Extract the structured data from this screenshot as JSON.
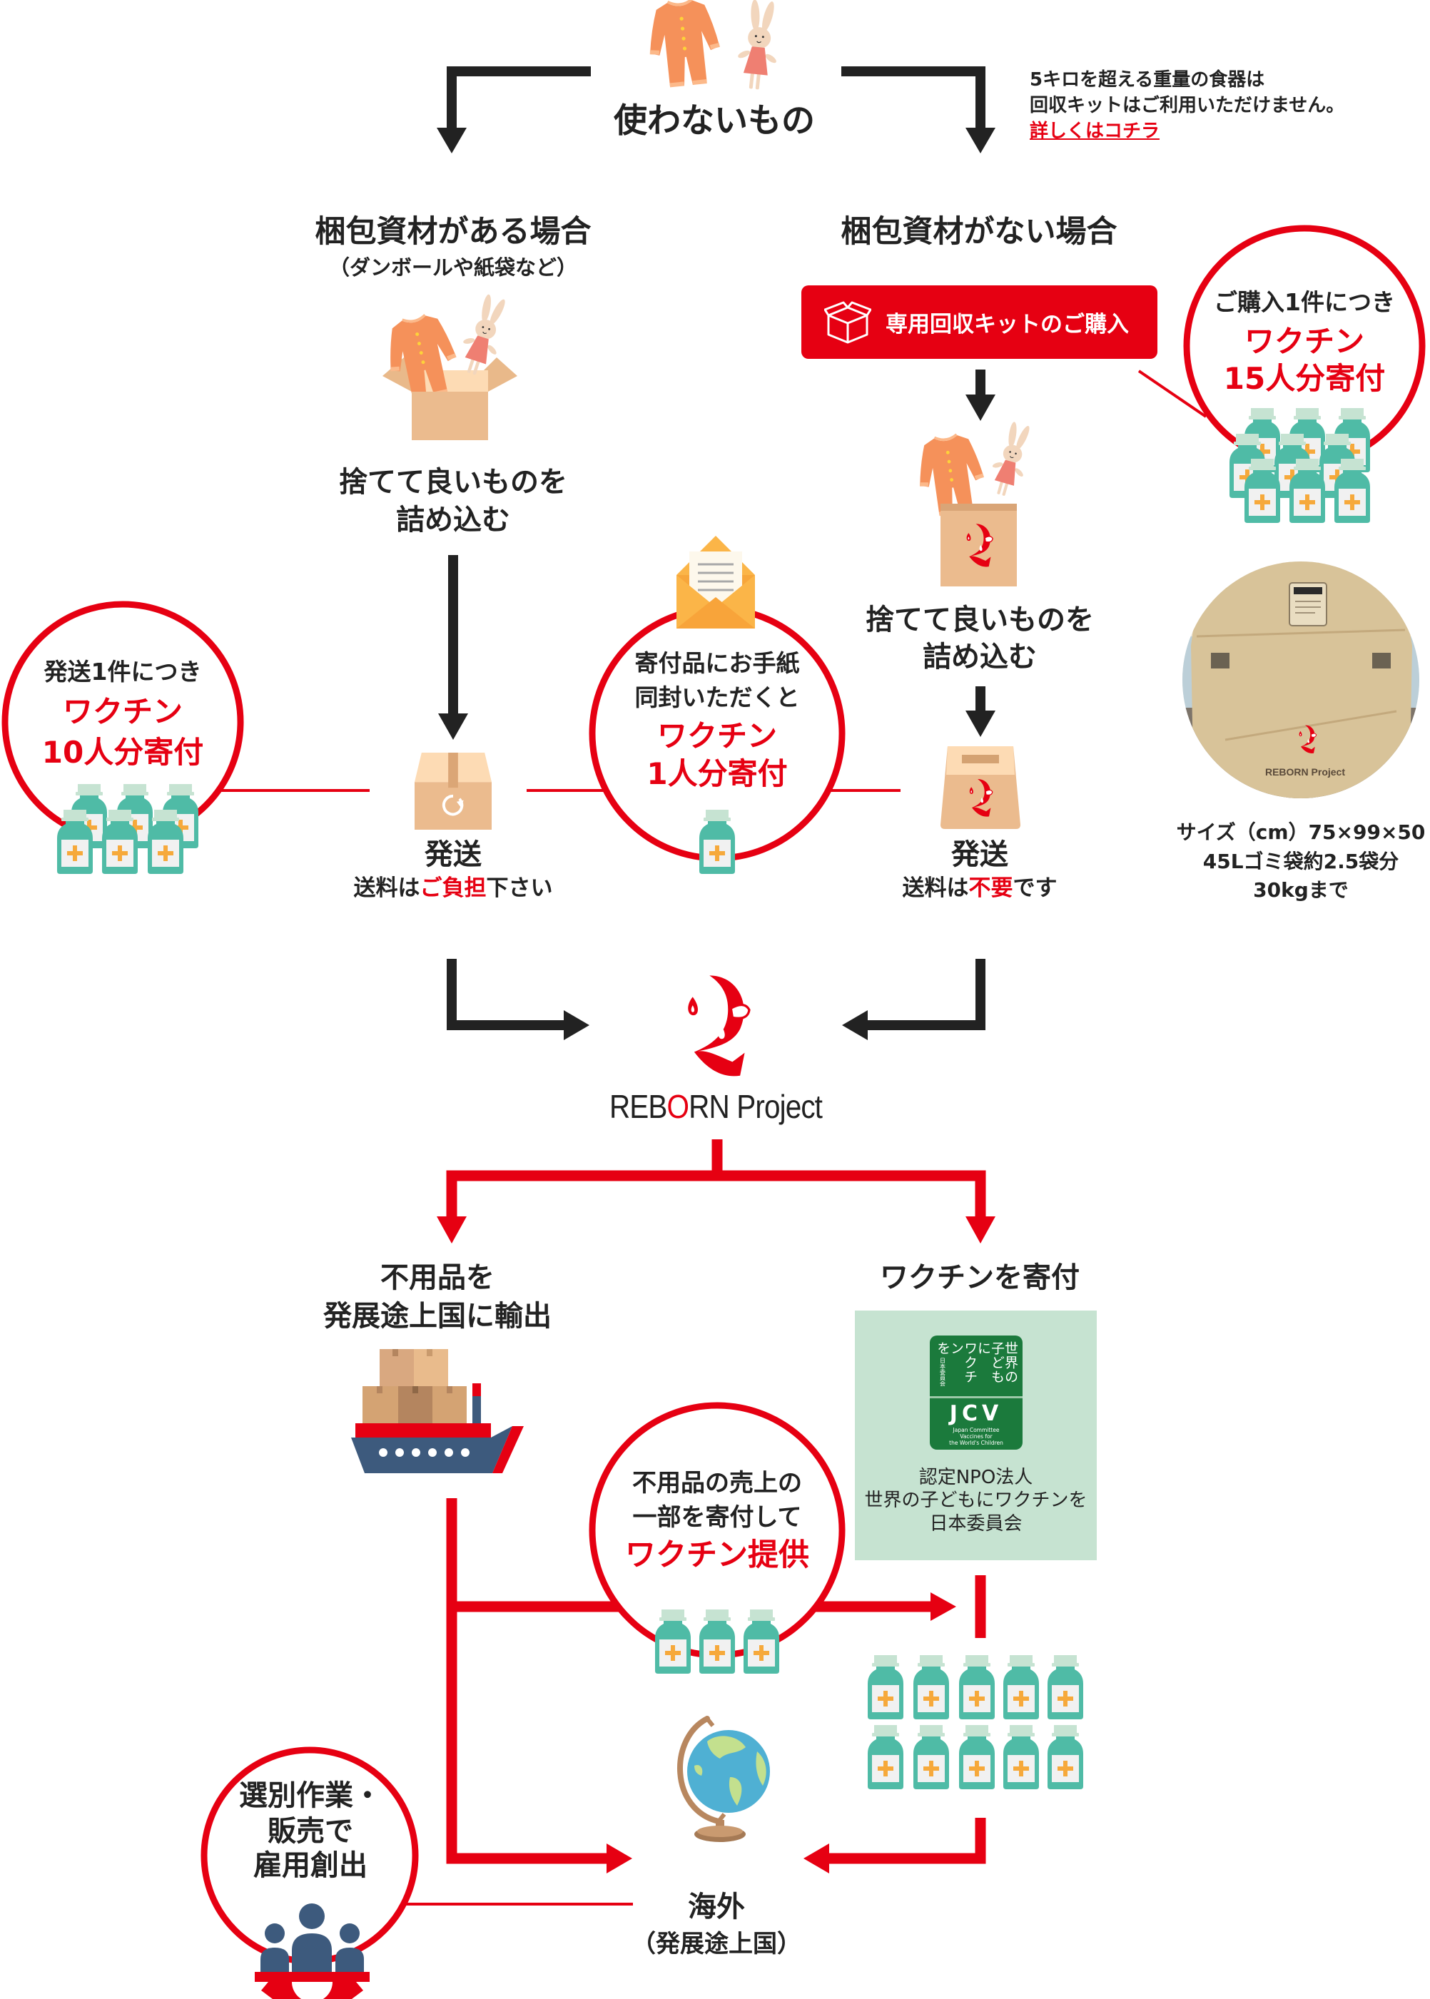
{
  "colors": {
    "accent_red": "#e60012",
    "text_dark": "#222222",
    "vaccine_teal": "#4fbba6",
    "jcv_green": "#1b7a3c",
    "jcv_panel": "#c6e3d1"
  },
  "start": {
    "title": "使わないもの",
    "note_lines": [
      "5キロを超える重量の食器は",
      "回収キットはご利用いただけません。"
    ],
    "note_link": "詳しくはコチラ"
  },
  "with_packaging": {
    "heading": "梱包資材がある場合",
    "subheading": "（ダンボールや紙袋など）",
    "pack_lines": [
      "捨てて良いものを",
      "詰め込む"
    ],
    "ship_label": "発送",
    "shipping_fee": {
      "before": "送料は",
      "highlight": "ご負担",
      "after": "下さい"
    }
  },
  "without_packaging": {
    "heading": "梱包資材がない場合",
    "kit_button": "専用回収キットのご購入",
    "pack_lines": [
      "捨てて良いものを",
      "詰め込む"
    ],
    "ship_label": "発送",
    "shipping_fee": {
      "before": "送料は",
      "highlight": "不要",
      "after": "です"
    }
  },
  "kit_specs": {
    "lines": [
      "サイズ（cm）75×99×50",
      "45Lゴミ袋約2.5袋分",
      "30kgまで"
    ],
    "bag_print": "REBORN Project"
  },
  "callouts": {
    "per_purchase": {
      "lead": "ご購入1件につき",
      "highlight": [
        "ワクチン",
        "15人分寄付"
      ]
    },
    "per_shipment": {
      "lead": "発送1件につき",
      "highlight": [
        "ワクチン",
        "10人分寄付"
      ]
    },
    "letter_bonus": {
      "lead": [
        "寄付品にお手紙",
        "同封いただくと"
      ],
      "highlight": [
        "ワクチン",
        "1人分寄付"
      ]
    },
    "sales_donation": {
      "lead": [
        "不用品の売上の",
        "一部を寄付して"
      ],
      "highlight": "ワクチン提供"
    },
    "employment": {
      "lines": [
        "選別作業・",
        "販売で",
        "雇用創出"
      ]
    }
  },
  "hub": {
    "name_prefix": "REB",
    "name_accent": "O",
    "name_suffix": "RN Project"
  },
  "outcomes": {
    "export": {
      "lines": [
        "不用品を",
        "発展途上国に輸出"
      ]
    },
    "donate": {
      "label": "ワクチンを寄付",
      "logo": {
        "vertical_columns": [
          "世界の",
          "子どもに",
          "ワクチン",
          "を"
        ],
        "small": "日本委員会",
        "abbr": "JCV",
        "english_lines": [
          "Japan Committee",
          "Vaccines for",
          "the World's Children"
        ]
      },
      "org_lines": [
        "認定NPO法人",
        "世界の子どもにワクチンを",
        "日本委員会"
      ]
    }
  },
  "destination": {
    "lines": [
      "海外",
      "（発展途上国）"
    ]
  }
}
